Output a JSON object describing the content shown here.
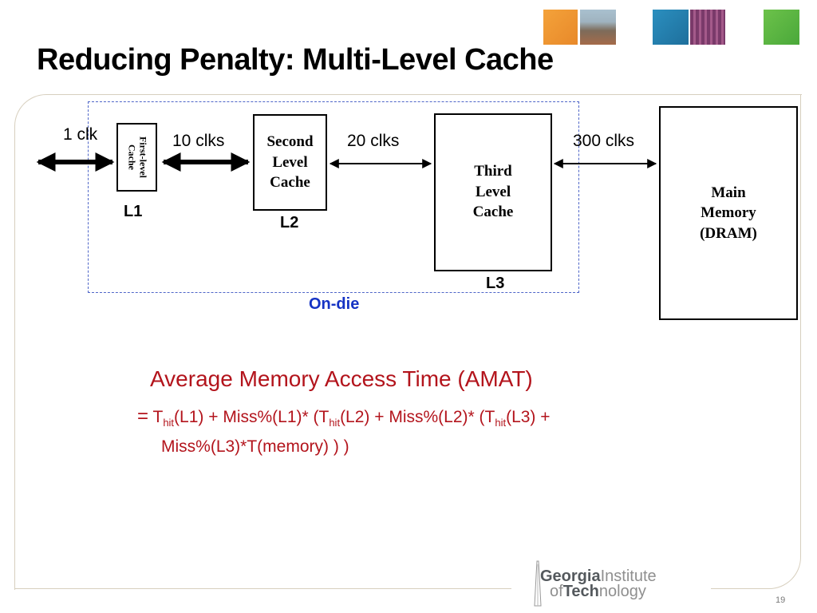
{
  "slide": {
    "title": "Reducing Penalty: Multi-Level Cache",
    "page_number": "19"
  },
  "diagram": {
    "l1": {
      "box_text": "First-level Cache",
      "label": "L1",
      "latency": "1 clk"
    },
    "l2": {
      "box_text": "Second Level Cache",
      "label": "L2",
      "latency": "10 clks"
    },
    "l3": {
      "box_text": "Third Level Cache",
      "label": "L3",
      "latency": "20 clks"
    },
    "memory": {
      "box_text": "Main Memory (DRAM)",
      "latency": "300 clks"
    },
    "on_die_label": "On-die",
    "on_die_color": "#1533c4"
  },
  "amat": {
    "title": "Average Memory Access Time (AMAT)",
    "eq": "=",
    "line1": [
      {
        "text": "T"
      },
      {
        "sub": "hit"
      },
      {
        "text": "(L1) + Miss%(L1)* (T"
      },
      {
        "sub": "hit"
      },
      {
        "text": "(L2) + Miss%(L2)* (T"
      },
      {
        "sub": "hit"
      },
      {
        "text": "(L3) +"
      }
    ],
    "line2": "Miss%(L3)*T(memory) ) )",
    "color": "#b3141c"
  },
  "logo": {
    "line1_bold": "Georgia",
    "line1_light": "Institute",
    "line2_light": "of",
    "line2_bold": "Tech",
    "line2_light2": "nology"
  }
}
